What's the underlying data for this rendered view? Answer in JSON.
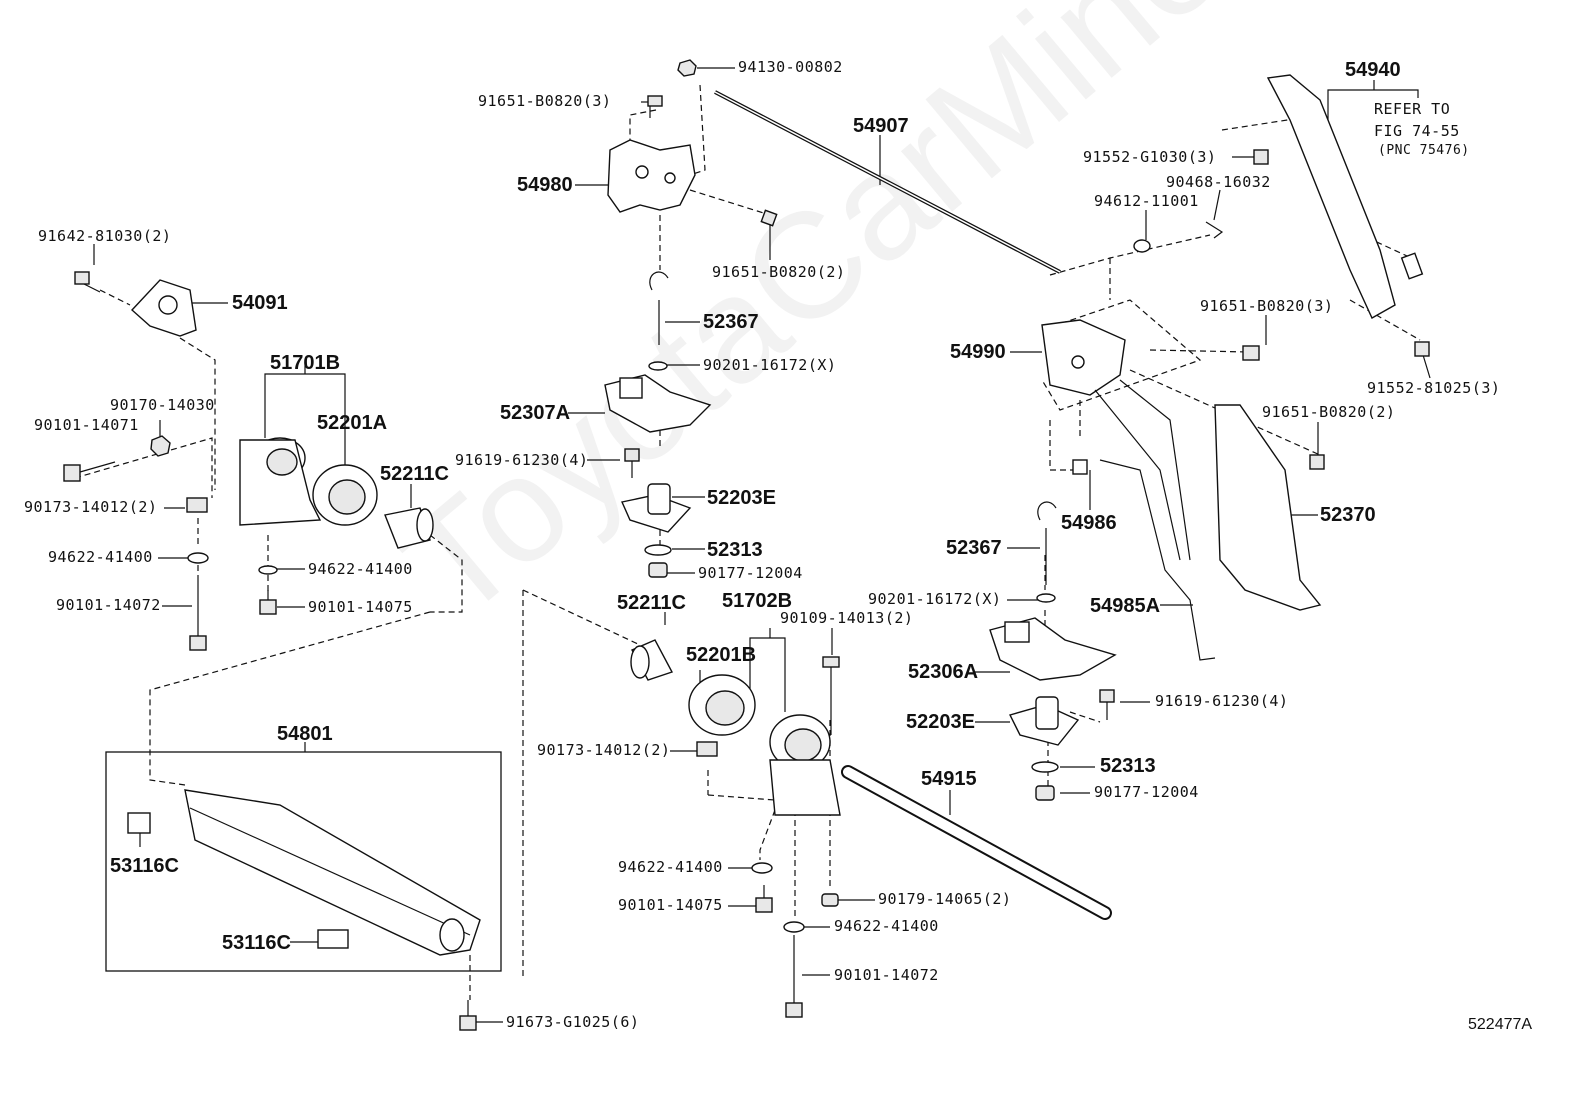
{
  "watermark": "ToyotaCarMine.ru",
  "diagram_code": "522477A",
  "refer_note": {
    "line1": "REFER TO",
    "line2": "FIG 74-55",
    "line3": "(PNC 75476)"
  },
  "labels": {
    "p94130": "94130-00802",
    "p91651a": "91651-B0820(3)",
    "p54907": "54907",
    "p54980": "54980",
    "p91651b": "91651-B0820(2)",
    "p91642": "91642-81030(2)",
    "p54091": "54091",
    "p52367a": "52367",
    "p90201a": "90201-16172(X)",
    "p52307a": "52307A",
    "p51701b": "51701B",
    "p52201a": "52201A",
    "p90170": "90170-14030",
    "p90101_14071": "90101-14071",
    "p52211c_a": "52211C",
    "p91619a": "91619-61230(4)",
    "p52203e_a": "52203E",
    "p90173a": "90173-14012(2)",
    "p52313a": "52313",
    "p94622a": "94622-41400",
    "p94622b": "94622-41400",
    "p90177a": "90177-12004",
    "p90101_14072a": "90101-14072",
    "p90101_14075a": "90101-14075",
    "p52211c_b": "52211C",
    "p51702b": "51702B",
    "p90109": "90109-14013(2)",
    "p52201b": "52201B",
    "p54801": "54801",
    "p90173b": "90173-14012(2)",
    "p54915": "54915",
    "p53116c_a": "53116C",
    "p53116c_b": "53116C",
    "p94622c": "94622-41400",
    "p90101_14075b": "90101-14075",
    "p90179": "90179-14065(2)",
    "p94622d": "94622-41400",
    "p90101_14072b": "90101-14072",
    "p91673": "91673-G1025(6)",
    "p54940": "54940",
    "p91552a": "91552-G1030(3)",
    "p90468": "90468-16032",
    "p94612": "94612-11001",
    "p91651c": "91651-B0820(3)",
    "p91552b": "91552-81025(3)",
    "p54990": "54990",
    "p91651d": "91651-B0820(2)",
    "p54986": "54986",
    "p52370": "52370",
    "p52367b": "52367",
    "p90201b": "90201-16172(X)",
    "p54985a": "54985A",
    "p52306a": "52306A",
    "p91619b": "91619-61230(4)",
    "p52203e_b": "52203E",
    "p52313b": "52313",
    "p90177b": "90177-12004"
  }
}
